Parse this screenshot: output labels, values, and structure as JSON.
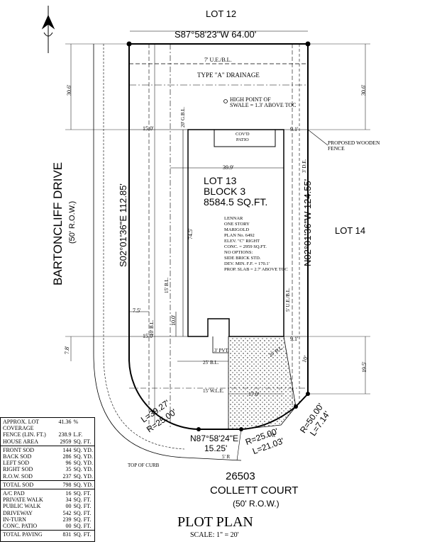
{
  "lots": {
    "north": "LOT 12",
    "east": "LOT 14"
  },
  "bearings": {
    "north": "S87°58'23\"W  64.00'",
    "west": "S02°01'36\"E  112.85'",
    "east": "N02°01'36\"W  124.55'",
    "south": "N87°58'24\"E",
    "south_dist": "15.25'"
  },
  "street_west": {
    "name": "BARTONCLIFF DRIVE",
    "row": "(50' R.O.W.)"
  },
  "street_south": {
    "number": "26503",
    "name": "COLLETT COURT",
    "row": "(50' R.O.W.)"
  },
  "lot_info": {
    "lot": "LOT 13",
    "block": "BLOCK 3",
    "area": "8584.5 SQ.FT."
  },
  "house_notes": [
    "LENNAR",
    "ONE STORY",
    "MARIGOLD",
    "PLAN No. 6492",
    "ELEV. \"C\" RIGHT",
    "CONC. = 2959 SQ.FT.",
    "NO OPTIONS:",
    "SIDE BRICK STD.",
    "DEV. MIN. F.F. = 170.1'",
    "PROP. SLAB = 2.7' ABOVE TOC"
  ],
  "labels": {
    "ue_bl": "7' U.E./B.L.",
    "drainage": "TYPE \"A\" DRAINAGE",
    "high_point_1": "HIGH POINT OF",
    "high_point_2": "SWALE = 1.3' ABOVE TOC",
    "gbl": "20' G.B.L.",
    "covd_1": "COV'D",
    "covd_2": "PATIO",
    "fence_1": "PROPOSED WOODEN",
    "fence_2": "FENCE",
    "de": "3' D.E.",
    "ue_bl_side": "5' U.E./B.L.",
    "bl15": "15' B.L.",
    "bl10": "10' B.L.",
    "bl25": "25' B.L.",
    "bl20": "20' B.L.",
    "wle": "15' W.L.E.",
    "pvt": "3' PVT.",
    "top_curb": "TOP OF CURB",
    "r5a": "5' R",
    "r5b": "5' R"
  },
  "dims": {
    "d30a": "30.6'",
    "d30b": "30.6'",
    "d15a": "15.0'",
    "d15b": "15.0'",
    "d39": "39.9'",
    "d74": "74.5'",
    "d7a": "7.5'",
    "d7b": "7.8'",
    "d10": "10.0'",
    "d9a": "9.1'",
    "d9b": "9.1'",
    "d195": "19.5'",
    "d170": "17.0'",
    "d10b": "10'"
  },
  "curves": {
    "west_l": "L=39.27'",
    "west_r": "R=25.00'",
    "mid_r": "R=25.00'",
    "mid_l": "L=21.03'",
    "east_r": "R=50.00'",
    "east_l": "L=7.14'"
  },
  "summary": {
    "coverage": [
      {
        "label": "APPROX. LOT COVERAGE",
        "value": "41.36",
        "unit": "%"
      },
      {
        "label": "FENCE (LIN. FT.)",
        "value": "238.9",
        "unit": "L.F."
      },
      {
        "label": "HOUSE AREA",
        "value": "2959",
        "unit": "SQ. FT."
      }
    ],
    "sod": [
      {
        "label": "FRONT SOD",
        "value": "144",
        "unit": "SQ. YD."
      },
      {
        "label": "BACK SOD",
        "value": "286",
        "unit": "SQ. YD."
      },
      {
        "label": "LEFT SOD",
        "value": "96",
        "unit": "SQ. YD."
      },
      {
        "label": "RIGHT SOD",
        "value": "35",
        "unit": "SQ. YD."
      },
      {
        "label": "R.O.W. SOD",
        "value": "237",
        "unit": "SQ. YD."
      }
    ],
    "total_sod": {
      "label": "TOTAL SOD",
      "value": "798",
      "unit": "SQ. YD."
    },
    "paving": [
      {
        "label": "A/C PAD",
        "value": "16",
        "unit": "SQ. FT."
      },
      {
        "label": "PRIVATE WALK",
        "value": "34",
        "unit": "SQ. FT."
      },
      {
        "label": "PUBLIC WALK",
        "value": "00",
        "unit": "SQ. FT."
      },
      {
        "label": "DRIVEWAY",
        "value": "542",
        "unit": "SQ. FT."
      },
      {
        "label": "IN-TURN",
        "value": "239",
        "unit": "SQ. FT."
      },
      {
        "label": "CONC. PATIO",
        "value": "00",
        "unit": "SQ. FT."
      }
    ],
    "total_paving": {
      "label": "TOTAL PAVING",
      "value": "831",
      "unit": "SQ. FT."
    }
  },
  "footer": {
    "title": "PLOT PLAN",
    "scale": "SCALE: 1\" = 20'"
  }
}
